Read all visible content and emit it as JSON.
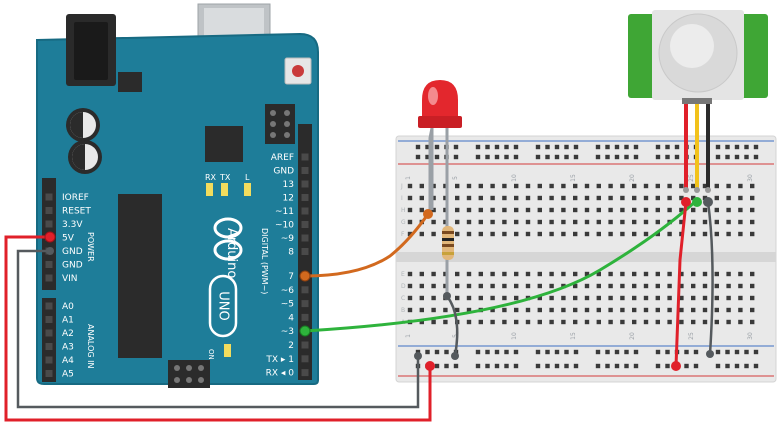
{
  "board": {
    "brand": "Arduino",
    "model": "UNO",
    "on_label": "ON",
    "tx_led": "TX",
    "rx_led": "RX",
    "l_led": "L",
    "power_group": "POWER",
    "analog_group": "ANALOG IN",
    "digital_group": "DIGITAL (PWM~)",
    "power_pins": [
      "IOREF",
      "RESET",
      "3.3V",
      "5V",
      "GND",
      "GND",
      "VIN"
    ],
    "analog_pins": [
      "A0",
      "A1",
      "A2",
      "A3",
      "A4",
      "A5"
    ],
    "digital_pins_top": [
      "AREF",
      "GND",
      "13",
      "12",
      "~11",
      "~10",
      "~9",
      "8"
    ],
    "digital_pins_bottom": [
      "7",
      "~6",
      "~5",
      "4",
      "~3",
      "2",
      "TX ▸ 1",
      "RX ◂ 0"
    ]
  },
  "breadboard": {
    "column_numbers": [
      "1",
      "5",
      "10",
      "15",
      "20",
      "25",
      "30"
    ],
    "row_letters_top": [
      "J",
      "I",
      "H",
      "G",
      "F"
    ],
    "row_letters_bottom": [
      "E",
      "D",
      "C",
      "B",
      "A"
    ]
  },
  "colors": {
    "board": "#1e7d99",
    "board_edge": "#176a82",
    "wire_red": "#e0202a",
    "wire_orange": "#d2691e",
    "wire_green": "#2eb33c",
    "wire_gray": "#555a5e",
    "wire_yellow": "#f2c21b",
    "led": "#e3272d",
    "pir_green": "#3fa635",
    "breadboard": "#e9e9e9"
  },
  "icons": {
    "infinity_logo": "arduino-infinity-logo",
    "reset_button": "reset-button"
  }
}
